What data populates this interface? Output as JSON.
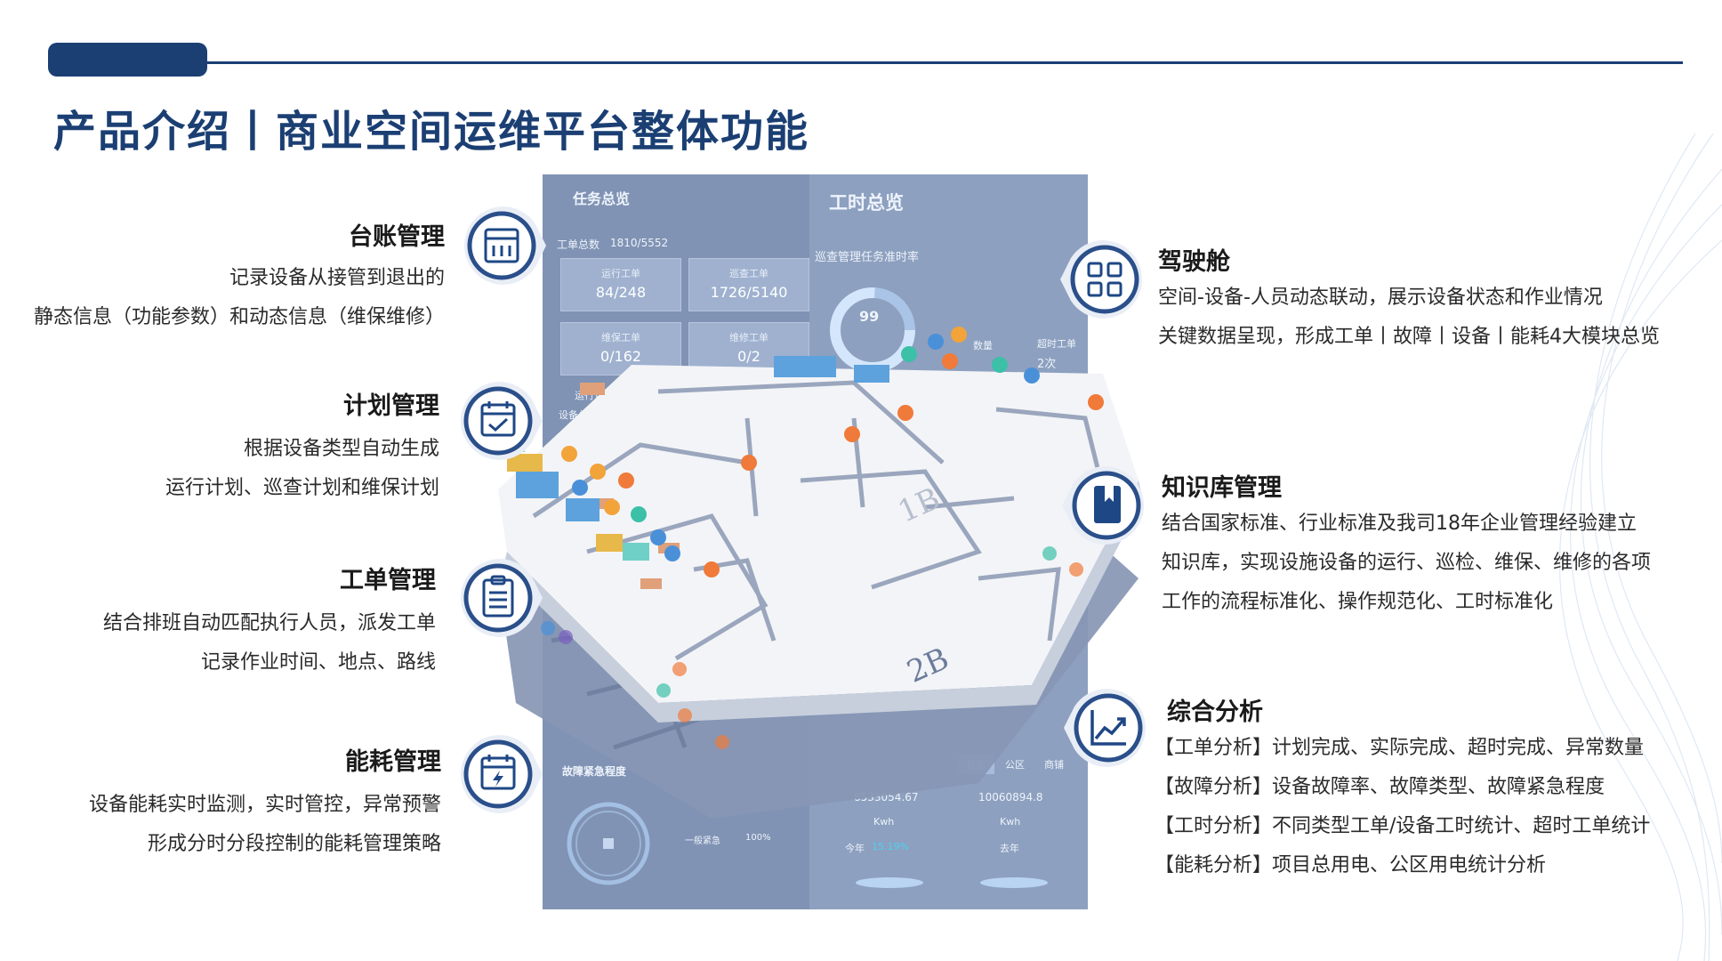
{
  "title": "产品介绍丨商业空间运维平台整体功能",
  "colors": {
    "brand": "#1b3f73",
    "icon_ring": "#2a4f8a",
    "icon_fill": "#1e4785"
  },
  "dashboard": {
    "task_overview": "任务总览",
    "workhour_overview": "工时总览",
    "order_total_label": "工单总数",
    "order_total_value": "1810/5552",
    "inspection_rate_label": "巡查管理任务准时率",
    "kpis": [
      {
        "label": "运行工单",
        "value": "84/248"
      },
      {
        "label": "巡查工单",
        "value": "1726/5140"
      },
      {
        "label": "维保工单",
        "value": "0/162"
      },
      {
        "label": "维修工单",
        "value": "0/2"
      }
    ],
    "run_plan_label": "运行管理任务完成率",
    "device_overview": "设备总览",
    "gauge_value": "99",
    "count_label": "数量",
    "overtime_label": "超时工单",
    "overtime_value": "2次",
    "floor_1": "1B",
    "floor_2": "2B",
    "fault_level": "故障紧急程度",
    "fault_legend": "一般紧急",
    "fault_pct": "100%",
    "energy_tabs": [
      "总览",
      "公区",
      "商铺"
    ],
    "energy_this_value": "8533054.67",
    "energy_last_value": "10060894.8",
    "energy_unit": "Kwh",
    "this_year": "今年",
    "yoy": "15.19%",
    "last_year": "去年"
  },
  "left_features": [
    {
      "icon": "ledger-icon",
      "title": "台账管理",
      "lines": [
        "记录设备从接管到退出的",
        "静态信息（功能参数）和动态信息（维保维修）"
      ]
    },
    {
      "icon": "calendar-check-icon",
      "title": "计划管理",
      "lines": [
        "根据设备类型自动生成",
        "运行计划、巡查计划和维保计划"
      ]
    },
    {
      "icon": "clipboard-list-icon",
      "title": "工单管理",
      "lines": [
        "结合排班自动匹配执行人员，派发工单",
        "记录作业时间、地点、路线"
      ]
    },
    {
      "icon": "calendar-bolt-icon",
      "title": "能耗管理",
      "lines": [
        "设备能耗实时监测，实时管控，异常预警",
        "形成分时分段控制的能耗管理策略"
      ]
    }
  ],
  "right_features": [
    {
      "icon": "dashboard-grid-icon",
      "title": "驾驶舱",
      "lines": [
        "空间-设备-人员动态联动，展示设备状态和作业情况",
        "关键数据呈现，形成工单丨故障丨设备丨能耗4大模块总览"
      ]
    },
    {
      "icon": "book-icon",
      "title": "知识库管理",
      "lines": [
        "结合国家标准、行业标准及我司18年企业管理经验建立",
        "知识库，实现设施设备的运行、巡检、维保、维修的各项",
        "工作的流程标准化、操作规范化、工时标准化"
      ]
    },
    {
      "icon": "trend-chart-icon",
      "title": "综合分析",
      "lines": [
        "【工单分析】计划完成、实际完成、超时完成、异常数量",
        "【故障分析】设备故障率、故障类型、故障紧急程度",
        "【工时分析】不同类型工单/设备工时统计、超时工单统计",
        "【能耗分析】项目总用电、公区用电统计分析"
      ]
    }
  ]
}
